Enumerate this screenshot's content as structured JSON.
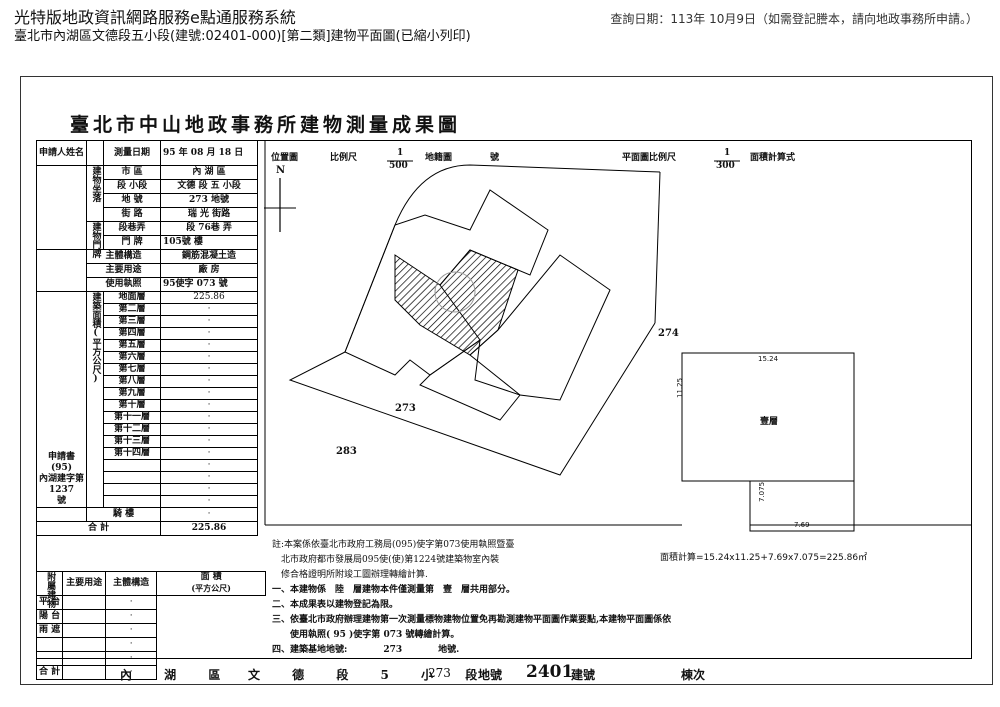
{
  "header": {
    "title": "光特版地政資訊網路服務e點通服務系統",
    "subtitle": "臺北市內湖區文德段五小段(建號:02401-000)[第二類]建物平面圖(已縮小列印)",
    "query_date": "查詢日期：113年 10月9日（如需登記謄本，請向地政事務所申請。）"
  },
  "document": {
    "title": "臺北市中山地政事務所建物測量成果圖",
    "applicant_label": "申請人姓名",
    "survey_date_label": "測量日期",
    "survey_date": "95 年 08 月 18 日",
    "location_labels": [
      "建物坐落",
      "建物門牌"
    ],
    "district_label": "市 區",
    "district": "內 湖 區",
    "section_label": "段 小段",
    "section": "文德 段 五 小段",
    "lot_label": "地 號",
    "lot": "273 地號",
    "street_label": "街 路",
    "street": "瑞 光 街路",
    "lane_label": "段巷弄",
    "lane": "段 76巷 弄",
    "number_label": "門 牌",
    "number": "105號 樓",
    "structure_label": "主體構造",
    "structure": "鋼筋混凝土造",
    "use_label": "主要用途",
    "use": "廠 房",
    "permit_label": "使用執照",
    "permit": "95使字 073 號",
    "floors_label": "建築面積",
    "floors": [
      {
        "name": "地面層",
        "area": "225.86"
      },
      {
        "name": "第二層",
        "area": "·"
      },
      {
        "name": "第三層",
        "area": "·"
      },
      {
        "name": "第四層",
        "area": "·"
      },
      {
        "name": "第五層",
        "area": "·"
      },
      {
        "name": "第六層",
        "area": "·"
      },
      {
        "name": "第七層",
        "area": "·"
      },
      {
        "name": "第八層",
        "area": "·"
      },
      {
        "name": "第九層",
        "area": "·"
      },
      {
        "name": "第十層",
        "area": "·"
      },
      {
        "name": "第十一層",
        "area": "·"
      },
      {
        "name": "第十二層",
        "area": "·"
      },
      {
        "name": "第十三層",
        "area": "·"
      },
      {
        "name": "第十四層",
        "area": "·"
      },
      {
        "name": "",
        "area": "·"
      },
      {
        "name": "",
        "area": "·"
      },
      {
        "name": "",
        "area": "·"
      },
      {
        "name": "",
        "area": "·"
      }
    ],
    "unit_label": "(平方公尺)",
    "application_label": "申請書",
    "application_no": [
      "(95)",
      "內湖建字第",
      "1237",
      "號"
    ],
    "roof_label": "騎 樓",
    "total_label": "合 計",
    "total": "225.86",
    "annex_label": "附屬建物",
    "annex_headers": [
      "主要用途",
      "主體構造",
      "面 積",
      "(平方公尺)"
    ],
    "annex_rows": [
      "平 台",
      "陽 台",
      "雨 遮",
      "",
      "",
      "合 計"
    ],
    "location_map_label": "位置圖",
    "scale_label": "比例尺",
    "scale_num": "1",
    "scale_den": "500",
    "cadastral_label": "地籍圖",
    "no_label": "號",
    "plan_scale_label": "平面圖比例尺",
    "plan_scale_den": "300",
    "area_calc_label": "面積計算式",
    "north": "N",
    "lots": [
      "274",
      "273",
      "283"
    ],
    "plan": {
      "top_dim": "15.24",
      "left_dim": "11.25",
      "right_dim": "7.075",
      "bottom_dim": "7.69",
      "floor_label": "壹層"
    },
    "area_formula": "面積計算=15.24x11.25+7.69x7.075=225.86㎡",
    "notes": [
      "註:本案係依臺北市政府工務局(095)使字第073使用執照暨臺",
      "　北市政府都市發展局095使(使)第1224號建築物室內裝",
      "　修合格證明所附竣工圖辦理轉繪計算.",
      "一、本建物係　陸　層建物本件僅測量第　壹　層共用部分。",
      "二、本成果表以建物登記為限。",
      "三、依臺北市政府辦理建物第一次測量標物建物位置免再勘測建物平面圖作業要點,本建物平面圖係依",
      "　　使用執照( 95 )使字第 073 號轉繪計算。",
      "四、建築基地地號:　　　　273　　　　地號."
    ],
    "footer": {
      "district": "內 湖 區",
      "section": "文 德 段 5 小 段",
      "lot": "273",
      "lot_label": "地號",
      "building_no": "2401",
      "building_label": "建號",
      "unit_label": "棟次"
    }
  }
}
